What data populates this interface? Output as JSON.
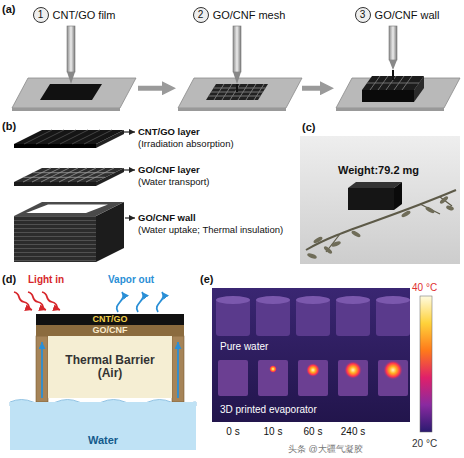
{
  "diagram": {
    "nodes": [
      {
        "text": [
          "1",
          "CNT/GO film"
        ]
      },
      {
        "text": [
          "2",
          "GO/CNF mesh"
        ]
      },
      {
        "text": [
          "3",
          "GO/CNF wall"
        ]
      },
      {
        "text": [
          "CNT/GO"
        ]
      },
      {
        "text": [
          "GO/CNF"
        ]
      },
      {
        "text": [
          "Thermal Barrier (Air)"
        ]
      },
      {
        "text": [
          "Water"
        ]
      }
    ],
    "edges": [
      {
        "from": 0,
        "to": 1,
        "arrow": "to"
      },
      {
        "from": 1,
        "to": 2,
        "arrow": "to"
      }
    ],
    "labels": [
      "(a)",
      "(b)",
      "CNT/GO layer",
      "(Irradiation absorption)",
      "GO/CNF layer",
      "(Water transport)",
      "GO/CNF wall",
      "(Water uptake; Thermal insulation)",
      "(c)",
      "Weight:79.2 mg",
      "(d)",
      "Light in",
      "Vapor out",
      "(e)",
      "40 °C",
      "Pure water",
      "3D printed evaporator",
      "0 s",
      "10 s",
      "60 s",
      "240 s",
      "20 °C",
      "头条 @大疆气凝胶"
    ]
  }
}
